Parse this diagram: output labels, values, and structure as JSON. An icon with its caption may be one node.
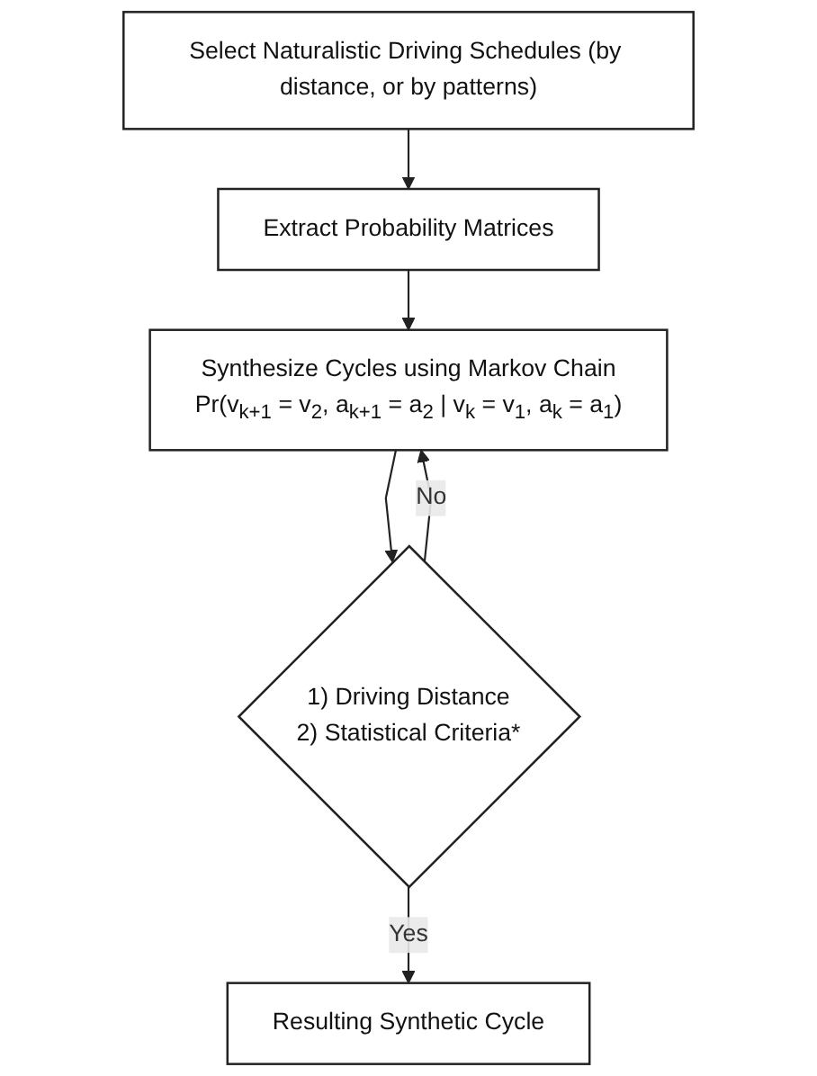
{
  "diagram": {
    "nodes": [
      {
        "text": [
          "Select Naturalistic Driving Schedules (by distance, or by patterns)"
        ]
      },
      {
        "text": [
          "Extract Probability Matrices"
        ]
      },
      {
        "text": [
          "Synthesize Cycles using Markov Chain",
          "Pr(v$_{k+1}$ = v$_{2}$, a$_{k+1}$ = a$_{2}$ | v$_{k}$ = v$_{1}$, a$_{k}$ = a$_{1}$)"
        ]
      },
      {
        "text": [
          "1) Driving Distance",
          "2) Statistical Criteria*"
        ]
      },
      {
        "text": [
          "Resulting Synthetic Cycle"
        ]
      }
    ],
    "edges": [
      {
        "from": 0,
        "to": 1,
        "arrow": "to"
      },
      {
        "from": 1,
        "to": 2,
        "arrow": "to"
      },
      {
        "from": 2,
        "to": 3,
        "arrow": "to"
      },
      {
        "from": 3,
        "to": 4,
        "arrow": "to",
        "label": "Yes"
      },
      {
        "from": 3,
        "to": 2,
        "arrow": "to",
        "label": "No"
      }
    ]
  }
}
